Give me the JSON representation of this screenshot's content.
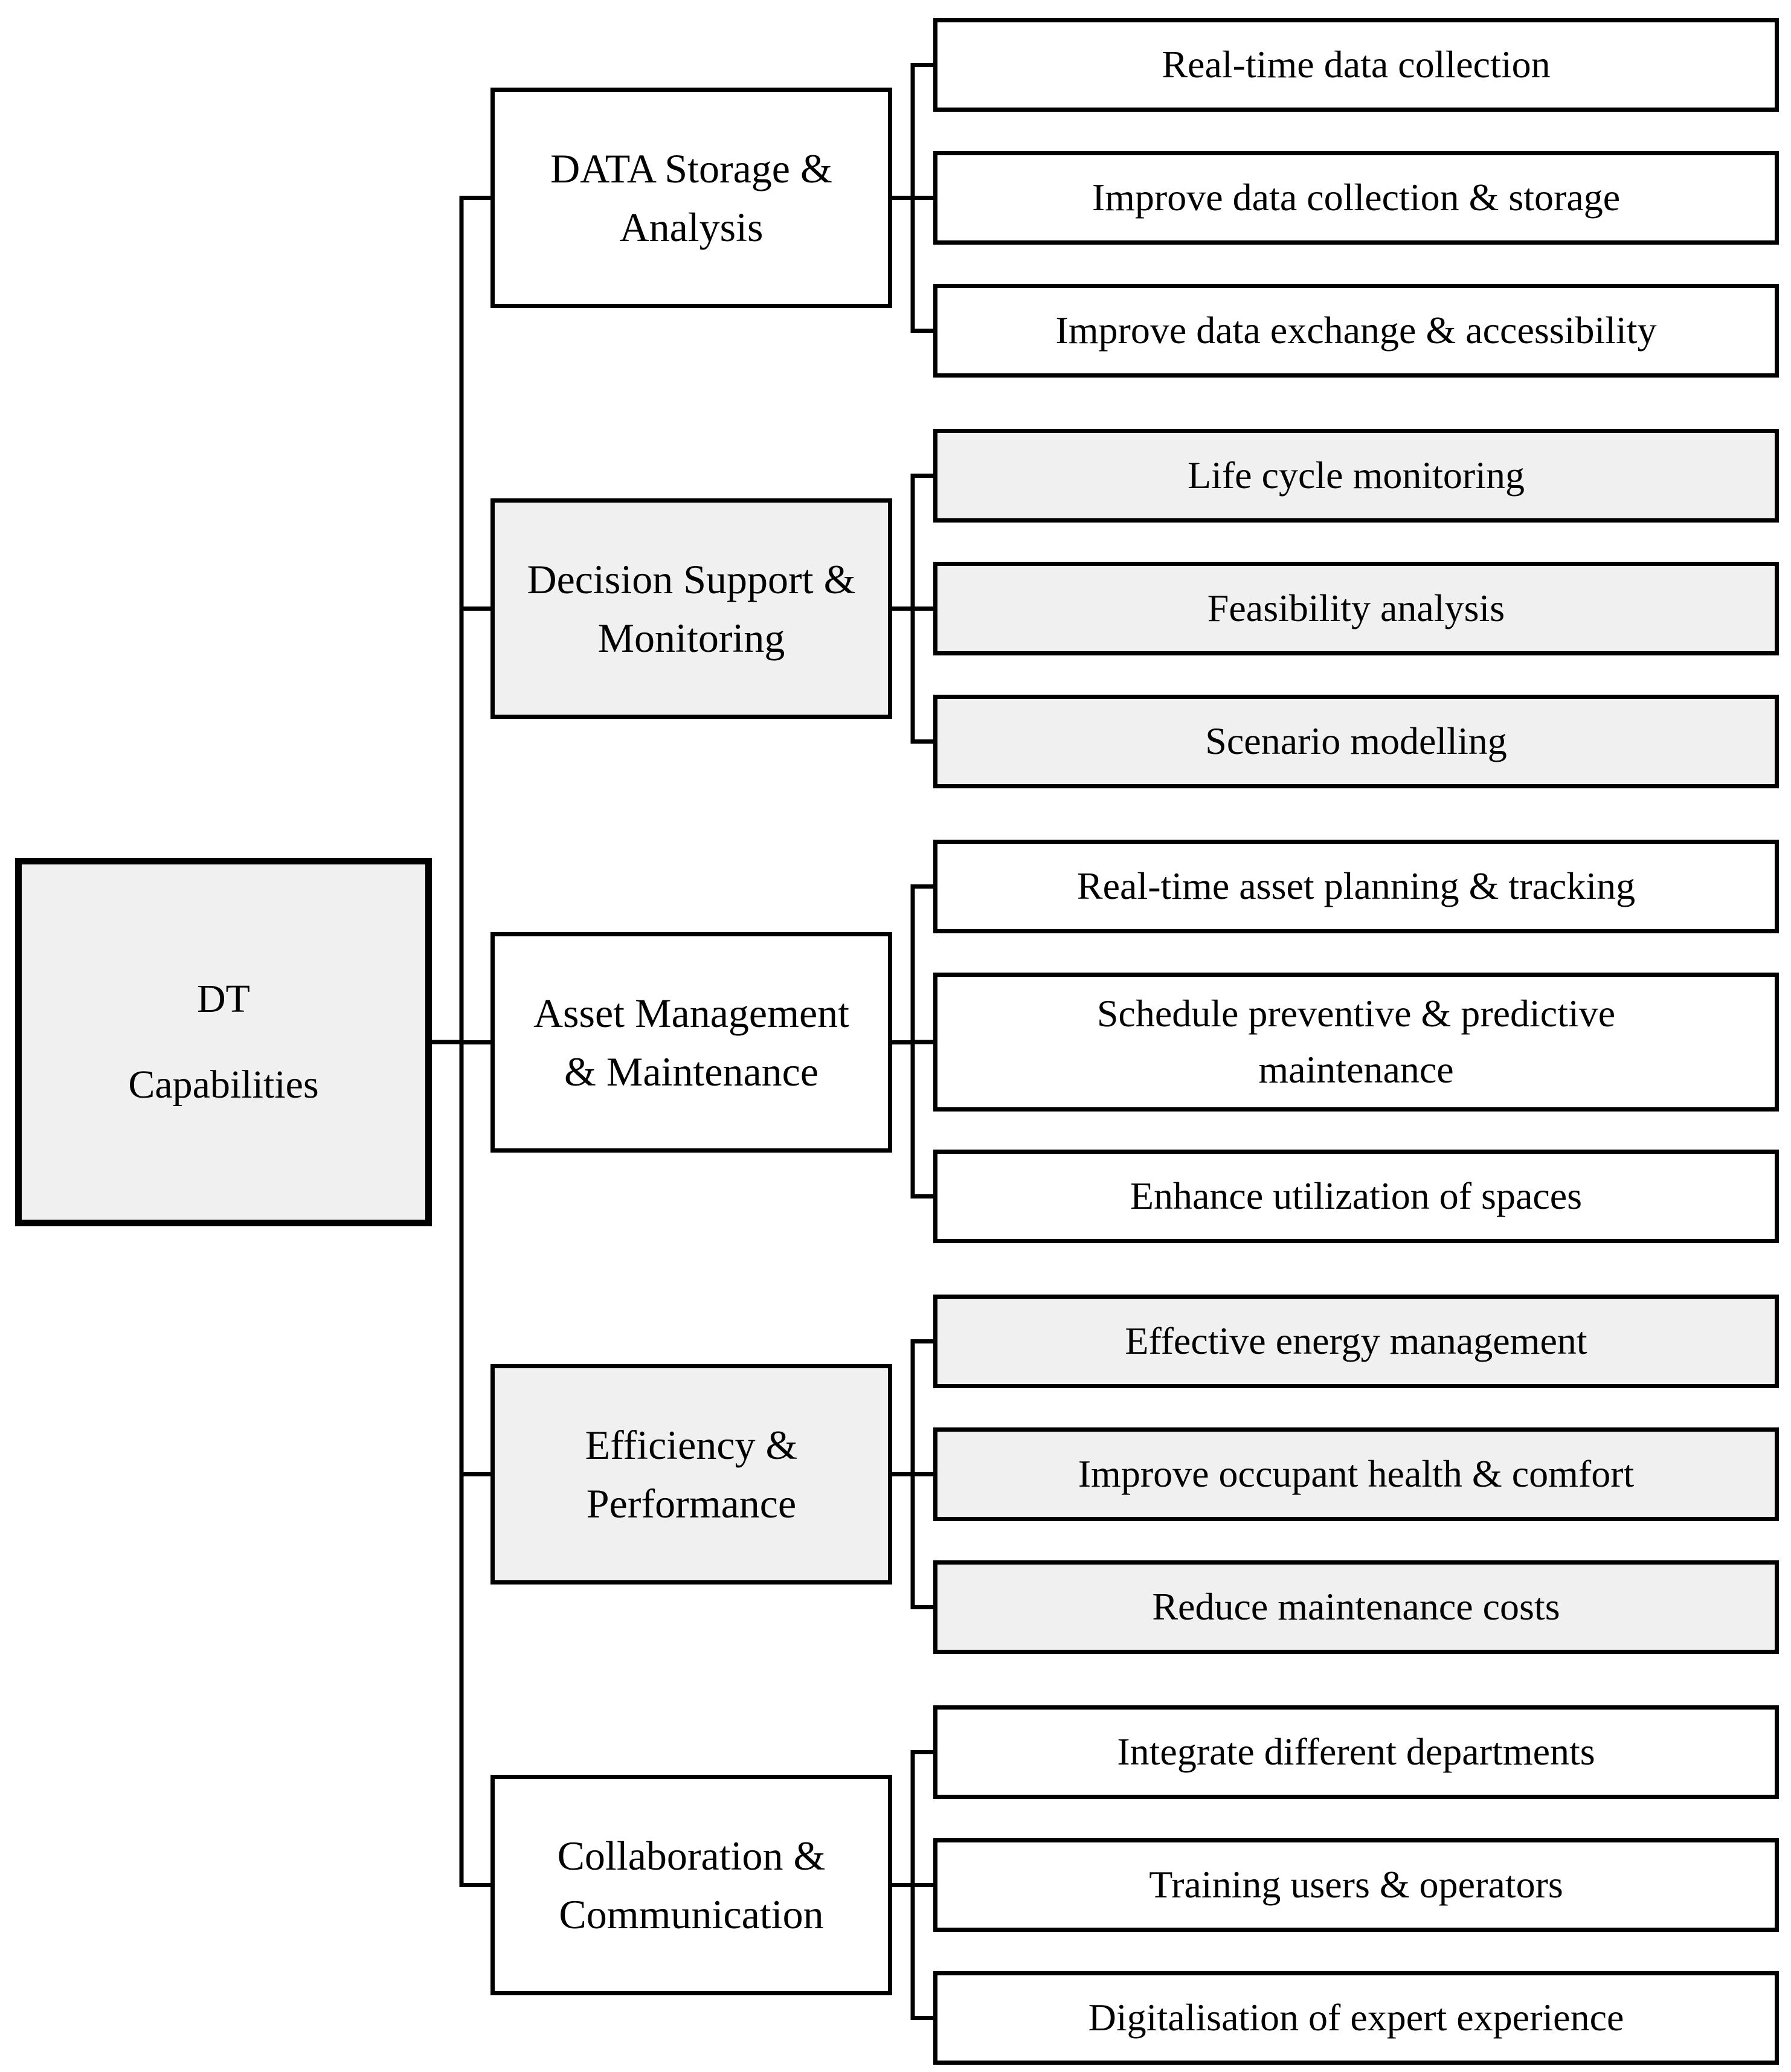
{
  "diagram": {
    "title": "DT Capabilities diagram",
    "colors": {
      "plain_fill": "#ffffff",
      "shaded_fill": "#f0f0f0",
      "line": "#000000"
    },
    "root": {
      "label": "DT\nCapabilities",
      "shaded": true
    },
    "groups": [
      {
        "category": {
          "label": "DATA Storage &\nAnalysis",
          "shaded": false
        },
        "items": [
          {
            "label": "Real-time data collection",
            "shaded": false
          },
          {
            "label": "Improve data collection & storage",
            "shaded": false
          },
          {
            "label": "Improve data exchange & accessibility",
            "shaded": false
          }
        ]
      },
      {
        "category": {
          "label": "Decision Support &\nMonitoring",
          "shaded": true
        },
        "items": [
          {
            "label": "Life cycle monitoring",
            "shaded": true
          },
          {
            "label": "Feasibility analysis",
            "shaded": true
          },
          {
            "label": "Scenario modelling",
            "shaded": true
          }
        ]
      },
      {
        "category": {
          "label": "Asset Management\n& Maintenance",
          "shaded": false
        },
        "items": [
          {
            "label": "Real-time asset planning & tracking",
            "shaded": false
          },
          {
            "label": "Schedule preventive & predictive\nmaintenance",
            "shaded": false
          },
          {
            "label": "Enhance utilization of spaces",
            "shaded": false
          }
        ]
      },
      {
        "category": {
          "label": "Efficiency &\nPerformance",
          "shaded": true
        },
        "items": [
          {
            "label": "Effective energy management",
            "shaded": true
          },
          {
            "label": "Improve occupant health & comfort",
            "shaded": true
          },
          {
            "label": "Reduce maintenance costs",
            "shaded": true
          }
        ]
      },
      {
        "category": {
          "label": "Collaboration &\nCommunication",
          "shaded": false
        },
        "items": [
          {
            "label": "Integrate different departments",
            "shaded": false
          },
          {
            "label": "Training users & operators",
            "shaded": false
          },
          {
            "label": "Digitalisation of expert experience",
            "shaded": false
          }
        ]
      }
    ]
  }
}
